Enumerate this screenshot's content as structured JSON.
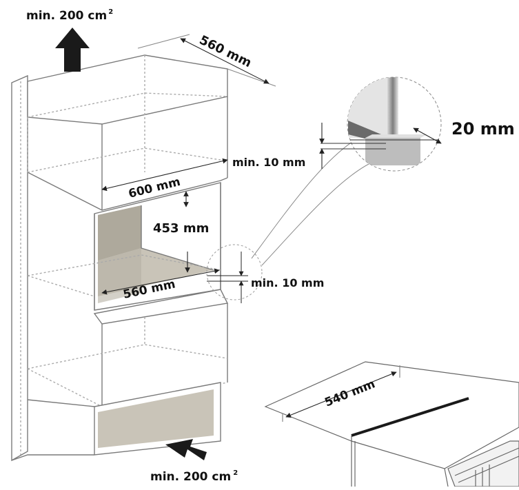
{
  "labels": {
    "vent_top": "min.  200 cm",
    "vent_top_sup": "2",
    "vent_bottom": "min. 200 cm",
    "vent_bottom_sup": "2",
    "depth_top": "560 mm",
    "width_niche": "600 mm",
    "height_niche": "453 mm",
    "depth_niche": "560 mm",
    "gap_top": "min. 10 mm",
    "gap_bottom": "min. 10 mm",
    "detail_thickness": "20 mm",
    "drawer_width": "540 mm"
  },
  "colors": {
    "line": "#7a7a7a",
    "line_dark": "#333333",
    "panel_fill": "#c9c4b8",
    "panel_side": "#a39e92",
    "arrow": "#1a1a1a"
  }
}
